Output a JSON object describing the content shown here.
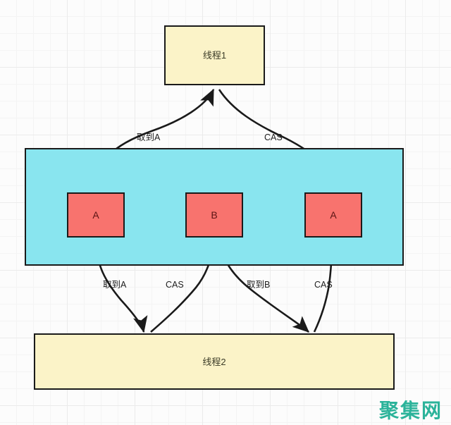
{
  "diagram": {
    "title_top": "线程1",
    "title_bottom": "线程2",
    "container_label": "",
    "cells": [
      {
        "label": "A"
      },
      {
        "label": "B"
      },
      {
        "label": "A"
      }
    ],
    "edge_labels": {
      "top_left": "取到A",
      "top_right": "CAS",
      "bottom_1": "取到A",
      "bottom_2": "CAS",
      "bottom_3": "取到B",
      "bottom_4": "CAS"
    },
    "watermark": "聚集网",
    "colors": {
      "thread_fill": "#fbf3c8",
      "container_fill": "#89e5ef",
      "cell_fill": "#f8736e",
      "stroke": "#1a1a1a",
      "watermark": "#2bb39a",
      "grid": "#ebebeb"
    }
  }
}
